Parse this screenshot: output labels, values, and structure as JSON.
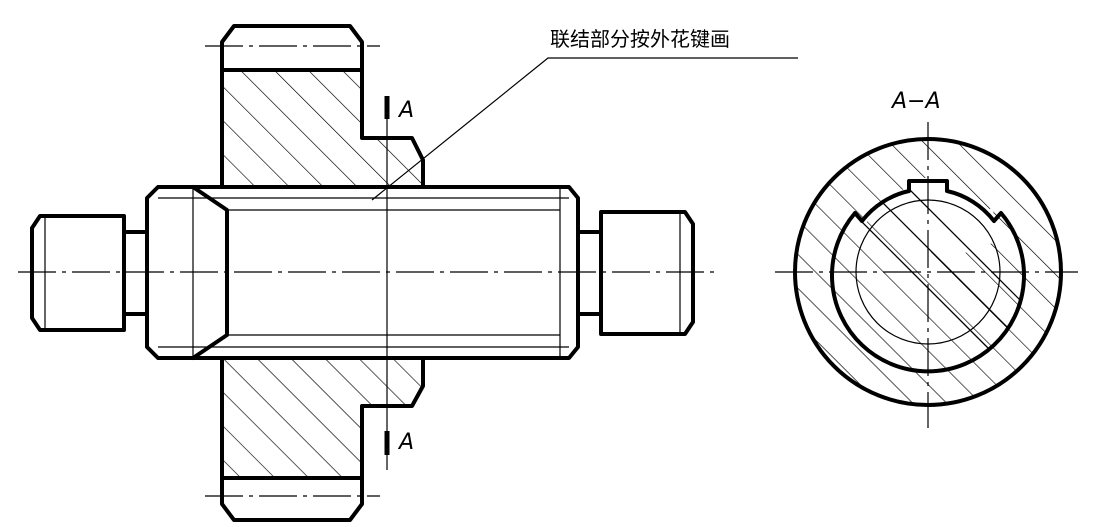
{
  "annotation": {
    "text": "联结部分按外花键画"
  },
  "section_marks": {
    "top": "A",
    "bottom": "A"
  },
  "section_view": {
    "title": "A−A"
  }
}
